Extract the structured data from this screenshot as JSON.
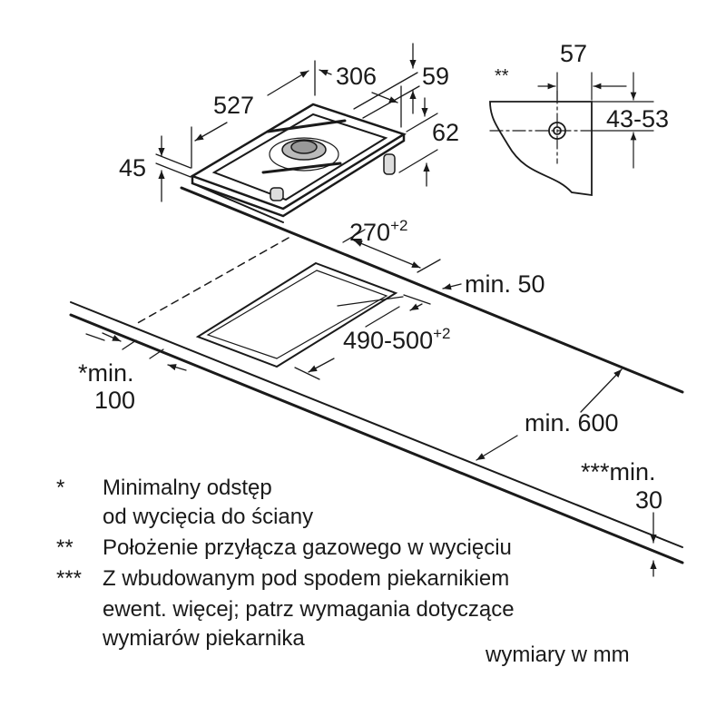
{
  "dimensions": {
    "hob_depth": "527",
    "hob_width": "306",
    "gas_offset": "59",
    "right_height": "62",
    "hob_height": "45",
    "profile_width": "57",
    "profile_marker": "**",
    "profile_height": "43-53",
    "cutout_width": "270",
    "cutout_width_tol": "+2",
    "back_min": "min. 50",
    "cutout_depth": "490-500",
    "cutout_depth_tol": "+2",
    "side_min_marker": "*",
    "side_min_label": "min.",
    "side_min_value": "100",
    "counter_min": "min. 600",
    "under_marker": "***",
    "under_min_label": "min.",
    "under_min_value": "30"
  },
  "legend": [
    {
      "mark": "*",
      "lines": [
        "Minimalny odstęp",
        "od wycięcia do ściany"
      ]
    },
    {
      "mark": "**",
      "lines": [
        "Położenie przyłącza gazowego w wycięciu"
      ]
    },
    {
      "mark": "***",
      "lines": [
        "Z wbudowanym pod spodem piekarnikiem",
        "ewent. więcej; patrz wymagania dotyczące",
        "wymiarów piekarnika"
      ]
    }
  ],
  "units_note": "wymiary w mm"
}
